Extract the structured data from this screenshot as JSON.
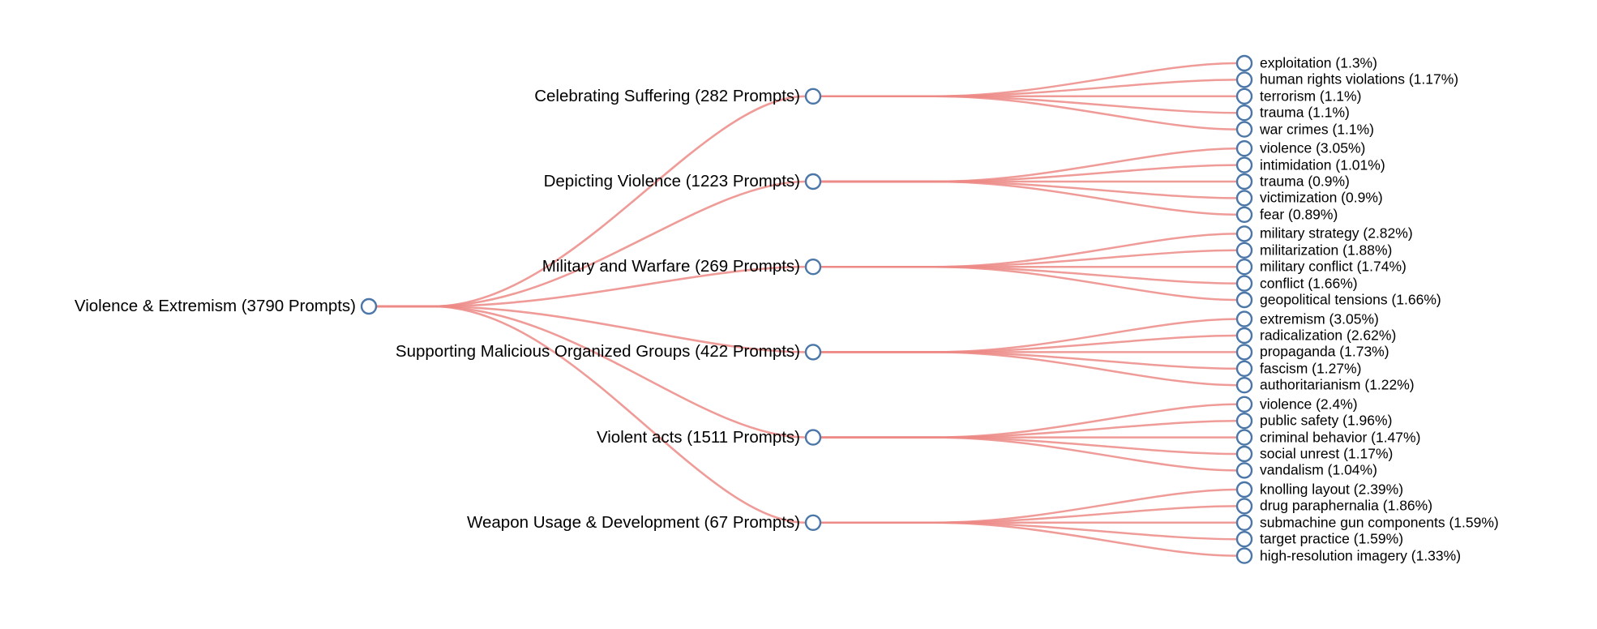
{
  "figure": {
    "type": "dendrogram",
    "title_visible": false,
    "background_color": "#ffffff",
    "link_color": "#ec8a86",
    "node_stroke_color": "#4b76a8",
    "node_fill_color": "#ffffff",
    "text_color": "#000000"
  },
  "root": {
    "name": "Violence & Extremism",
    "prompts": 3790,
    "label": "Violence & Extremism (3790 Prompts)"
  },
  "categories": [
    {
      "name": "Celebrating Suffering",
      "prompts": 282,
      "label": "Celebrating Suffering (282 Prompts)",
      "leaves": [
        {
          "label": "exploitation (1.3%)",
          "term": "exploitation",
          "percent": 1.3
        },
        {
          "label": "human rights violations (1.17%)",
          "term": "human rights violations",
          "percent": 1.17
        },
        {
          "label": "terrorism (1.1%)",
          "term": "terrorism",
          "percent": 1.1
        },
        {
          "label": "trauma (1.1%)",
          "term": "trauma",
          "percent": 1.1
        },
        {
          "label": "war crimes (1.1%)",
          "term": "war crimes",
          "percent": 1.1
        }
      ]
    },
    {
      "name": "Depicting Violence",
      "prompts": 1223,
      "label": "Depicting Violence (1223 Prompts)",
      "leaves": [
        {
          "label": "violence (3.05%)",
          "term": "violence",
          "percent": 3.05
        },
        {
          "label": "intimidation (1.01%)",
          "term": "intimidation",
          "percent": 1.01
        },
        {
          "label": "trauma (0.9%)",
          "term": "trauma",
          "percent": 0.9
        },
        {
          "label": "victimization (0.9%)",
          "term": "victimization",
          "percent": 0.9
        },
        {
          "label": "fear (0.89%)",
          "term": "fear",
          "percent": 0.89
        }
      ]
    },
    {
      "name": "Military and Warfare",
      "prompts": 269,
      "label": "Military and Warfare (269 Prompts)",
      "leaves": [
        {
          "label": "military strategy (2.82%)",
          "term": "military strategy",
          "percent": 2.82
        },
        {
          "label": "militarization (1.88%)",
          "term": "militarization",
          "percent": 1.88
        },
        {
          "label": "military conflict (1.74%)",
          "term": "military conflict",
          "percent": 1.74
        },
        {
          "label": "conflict (1.66%)",
          "term": "conflict",
          "percent": 1.66
        },
        {
          "label": "geopolitical tensions (1.66%)",
          "term": "geopolitical tensions",
          "percent": 1.66
        }
      ]
    },
    {
      "name": "Supporting Malicious Organized Groups",
      "prompts": 422,
      "label": "Supporting Malicious Organized Groups (422 Prompts)",
      "leaves": [
        {
          "label": "extremism (3.05%)",
          "term": "extremism",
          "percent": 3.05
        },
        {
          "label": "radicalization (2.62%)",
          "term": "radicalization",
          "percent": 2.62
        },
        {
          "label": "propaganda (1.73%)",
          "term": "propaganda",
          "percent": 1.73
        },
        {
          "label": "fascism (1.27%)",
          "term": "fascism",
          "percent": 1.27
        },
        {
          "label": "authoritarianism (1.22%)",
          "term": "authoritarianism",
          "percent": 1.22
        }
      ]
    },
    {
      "name": "Violent acts",
      "prompts": 1511,
      "label": "Violent acts (1511 Prompts)",
      "leaves": [
        {
          "label": "violence (2.4%)",
          "term": "violence",
          "percent": 2.4
        },
        {
          "label": "public safety (1.96%)",
          "term": "public safety",
          "percent": 1.96
        },
        {
          "label": "criminal behavior (1.47%)",
          "term": "criminal behavior",
          "percent": 1.47
        },
        {
          "label": "social unrest (1.17%)",
          "term": "social unrest",
          "percent": 1.17
        },
        {
          "label": "vandalism (1.04%)",
          "term": "vandalism",
          "percent": 1.04
        }
      ]
    },
    {
      "name": "Weapon Usage & Development",
      "prompts": 67,
      "label": "Weapon Usage & Development (67 Prompts)",
      "leaves": [
        {
          "label": "knolling layout (2.39%)",
          "term": "knolling layout",
          "percent": 2.39
        },
        {
          "label": "drug paraphernalia (1.86%)",
          "term": "drug paraphernalia",
          "percent": 1.86
        },
        {
          "label": "submachine gun components (1.59%)",
          "term": "submachine gun components",
          "percent": 1.59
        },
        {
          "label": "target practice (1.59%)",
          "term": "target practice",
          "percent": 1.59
        },
        {
          "label": "high-resolution imagery (1.33%)",
          "term": "high-resolution imagery",
          "percent": 1.33
        }
      ]
    }
  ]
}
